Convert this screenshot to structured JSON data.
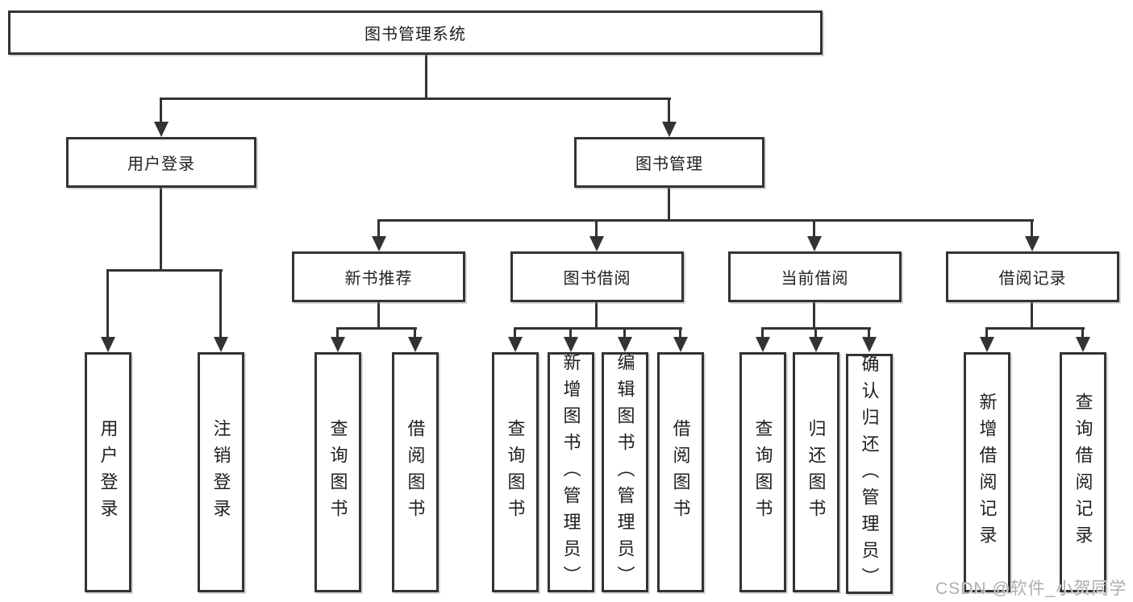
{
  "tree": {
    "root": "图书管理系统",
    "branches": [
      {
        "label": "用户登录",
        "children": [
          "用户登录",
          "注销登录"
        ]
      },
      {
        "label": "图书管理",
        "groups": [
          {
            "label": "新书推荐",
            "children": [
              "查询图书",
              "借阅图书"
            ]
          },
          {
            "label": "图书借阅",
            "children": [
              "查询图书",
              "新增图书（管理员）",
              "编辑图书（管理员）",
              "借阅图书"
            ]
          },
          {
            "label": "当前借阅",
            "children": [
              "查询图书",
              "归还图书",
              "确认归还（管理员）"
            ]
          },
          {
            "label": "借阅记录",
            "children": [
              "新增借阅记录",
              "查询借阅记录"
            ]
          }
        ]
      }
    ]
  },
  "colors": {
    "line": "#333333",
    "text": "#1f1f1f",
    "background": "#ffffff",
    "watermark": "#aeaeae"
  },
  "watermark": "CSDN @软件_小贺同学"
}
